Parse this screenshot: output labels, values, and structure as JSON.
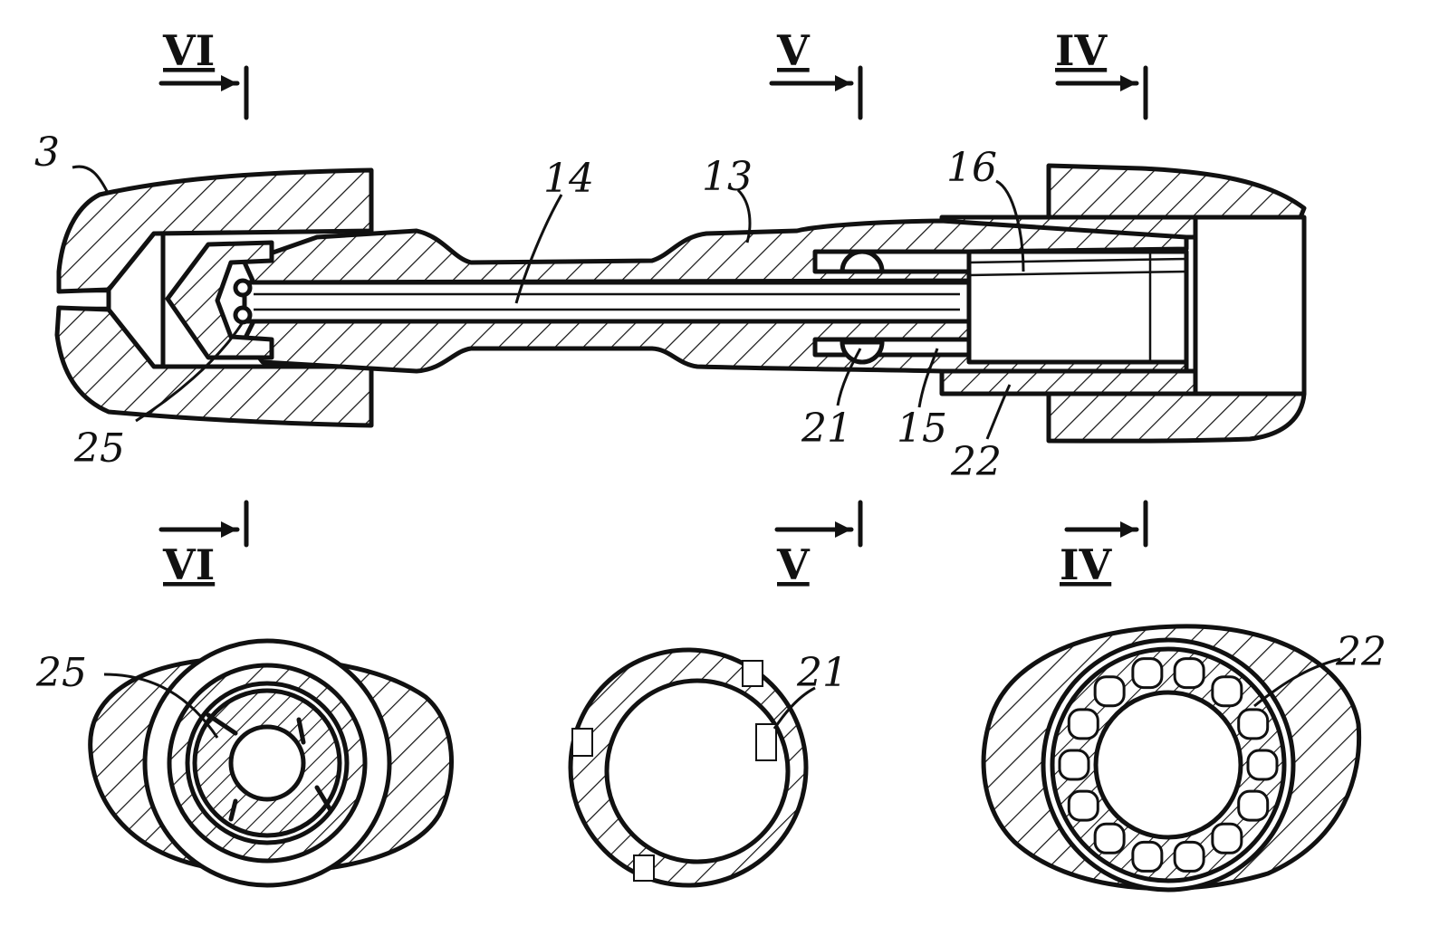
{
  "figure": {
    "section_labels": {
      "vi_top": "VI",
      "v_top": "V",
      "iv_top": "IV",
      "vi_bottom": "VI",
      "v_bottom": "V",
      "iv_bottom": "IV"
    },
    "reference_numerals": {
      "n3": "3",
      "n14": "14",
      "n13": "13",
      "n16": "16",
      "n25_main": "25",
      "n21_main": "21",
      "n15": "15",
      "n22_main": "22",
      "n25_section": "25",
      "n21_section": "21",
      "n22_section": "22"
    },
    "colors": {
      "ink": "#111111",
      "paper": "#ffffff"
    }
  }
}
